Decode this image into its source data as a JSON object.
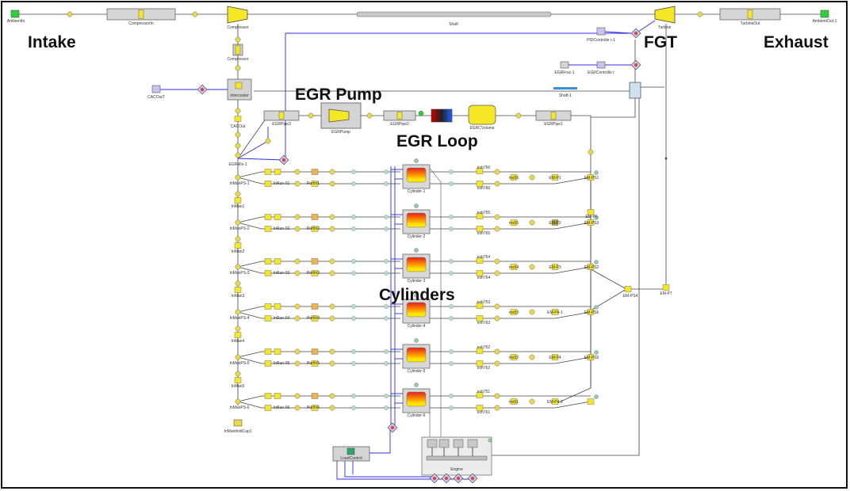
{
  "section_labels": {
    "intake": "Intake",
    "fgt": "FGT",
    "exhaust": "Exhaust",
    "egr_pump": "EGR Pump",
    "egr_loop": "EGR Loop",
    "cylinders": "Cylinders"
  },
  "top_chain": {
    "ambient_in": "AmbientIn",
    "compressor_in": "CompressorIn",
    "compressor": "Compressor",
    "shaft": "Shaft",
    "turbine": "Turbine",
    "turbine_out": "TurbineOut",
    "ambient_out": "AmbientOut-1"
  },
  "intake_chain": {
    "compressor_pipe": "Compressor",
    "cac_out_env": "CACOutT",
    "intercooler": "Intercooler",
    "cac_out": "CACOut",
    "egr_mix": "EGRMix-1",
    "manifold_end": "InManifoldCap1"
  },
  "egr": {
    "pipe3": "EGRPipe3",
    "pump": "EGRPump",
    "pipe2": "EGRPipe2",
    "volume": "EGRCVolume",
    "pipe1": "EGRPipe1",
    "shaft1": "Shaft-1",
    "frac": "EGRFrac-1",
    "controller": "EGRControlle r",
    "pid": "PIDControlle r-1"
  },
  "cylinders": [
    {
      "manifold": "InManPS-1",
      "runner": "InRun-01",
      "port": "PortIn1",
      "cylinder": "Cylinder-1",
      "exh_a": "exh766",
      "exh_b": "exh766",
      "ms": "ms56",
      "em": "EM-P1",
      "em_r": "EM-PS1"
    },
    {
      "manifold": "InManPS-2",
      "runner": "InRun-02",
      "port": "PortIn2",
      "cylinder": "Cylinder-2",
      "exh_a": "exh755",
      "exh_b": "exh765",
      "ms": "ms55",
      "em": "EM-P2",
      "em_r": "EM-PS3"
    },
    {
      "manifold": "InManPS-3",
      "runner": "InRun-03",
      "port": "PortIn3",
      "cylinder": "Cylinder-3",
      "exh_a": "exh754",
      "exh_b": "exh764",
      "ms": "ms54",
      "em": "EM-P3",
      "em_r": "EM-PS2"
    },
    {
      "manifold": "InManPS-4",
      "runner": "InRun-04",
      "port": "PortIn4",
      "cylinder": "Cylinder-4",
      "exh_a": "exh753",
      "exh_b": "exh763",
      "ms": "ms53",
      "em": "EM-P4-1",
      "em_r": "EM-PS6"
    },
    {
      "manifold": "InManPS-5",
      "runner": "InRun-05",
      "port": "PortIn5",
      "cylinder": "Cylinder-5",
      "exh_a": "exh752",
      "exh_b": "exh762",
      "ms": "ms52",
      "em": "EM-P4",
      "em_r": "EM-PS5"
    },
    {
      "manifold": "InManPS-6",
      "runner": "InRun-06",
      "port": "PortIn6",
      "cylinder": "Cylinder-6",
      "exh_a": "exh751",
      "exh_b": "exh761",
      "ms": "ms51",
      "em": "EM-P4-2",
      "em_r": ""
    }
  ],
  "manifold_links": [
    "InMan1",
    "InMan2",
    "InMan3",
    "InMan4",
    "InMan5"
  ],
  "exhaust_side": {
    "em_p6": "EM-P6",
    "em_ps4": "EM-PS4",
    "em_p7": "EM-P7"
  },
  "bottom": {
    "load_control": "LoadControl",
    "engine": "Engine"
  },
  "colors": {
    "pipe_fill": "#d6d6d6",
    "yellow": "#f5e626",
    "wire": "#2c2ce0",
    "line": "#444444",
    "junction": "#e8d84a"
  }
}
